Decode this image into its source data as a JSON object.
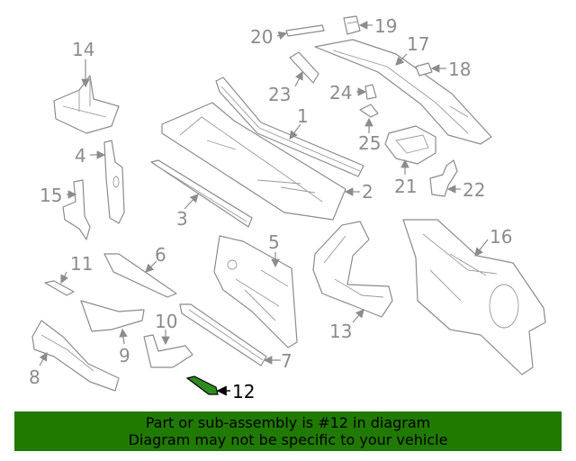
{
  "callouts": {
    "c1": "1",
    "c2": "2",
    "c3": "3",
    "c4": "4",
    "c5": "5",
    "c6": "6",
    "c7": "7",
    "c8": "8",
    "c9": "9",
    "c10": "10",
    "c11": "11",
    "c12": "12",
    "c13": "13",
    "c14": "14",
    "c15": "15",
    "c16": "16",
    "c17": "17",
    "c18": "18",
    "c19": "19",
    "c20": "20",
    "c21": "21",
    "c22": "22",
    "c23": "23",
    "c24": "24",
    "c25": "25"
  },
  "highlighted_part": "12",
  "colors": {
    "highlight": "#2e8b1f",
    "banner": "#217a00",
    "line": "#8c8c8c"
  },
  "banner": {
    "line1": "Part or sub-assembly is #12 in diagram",
    "line2": "Diagram may not be specific to your vehicle"
  }
}
